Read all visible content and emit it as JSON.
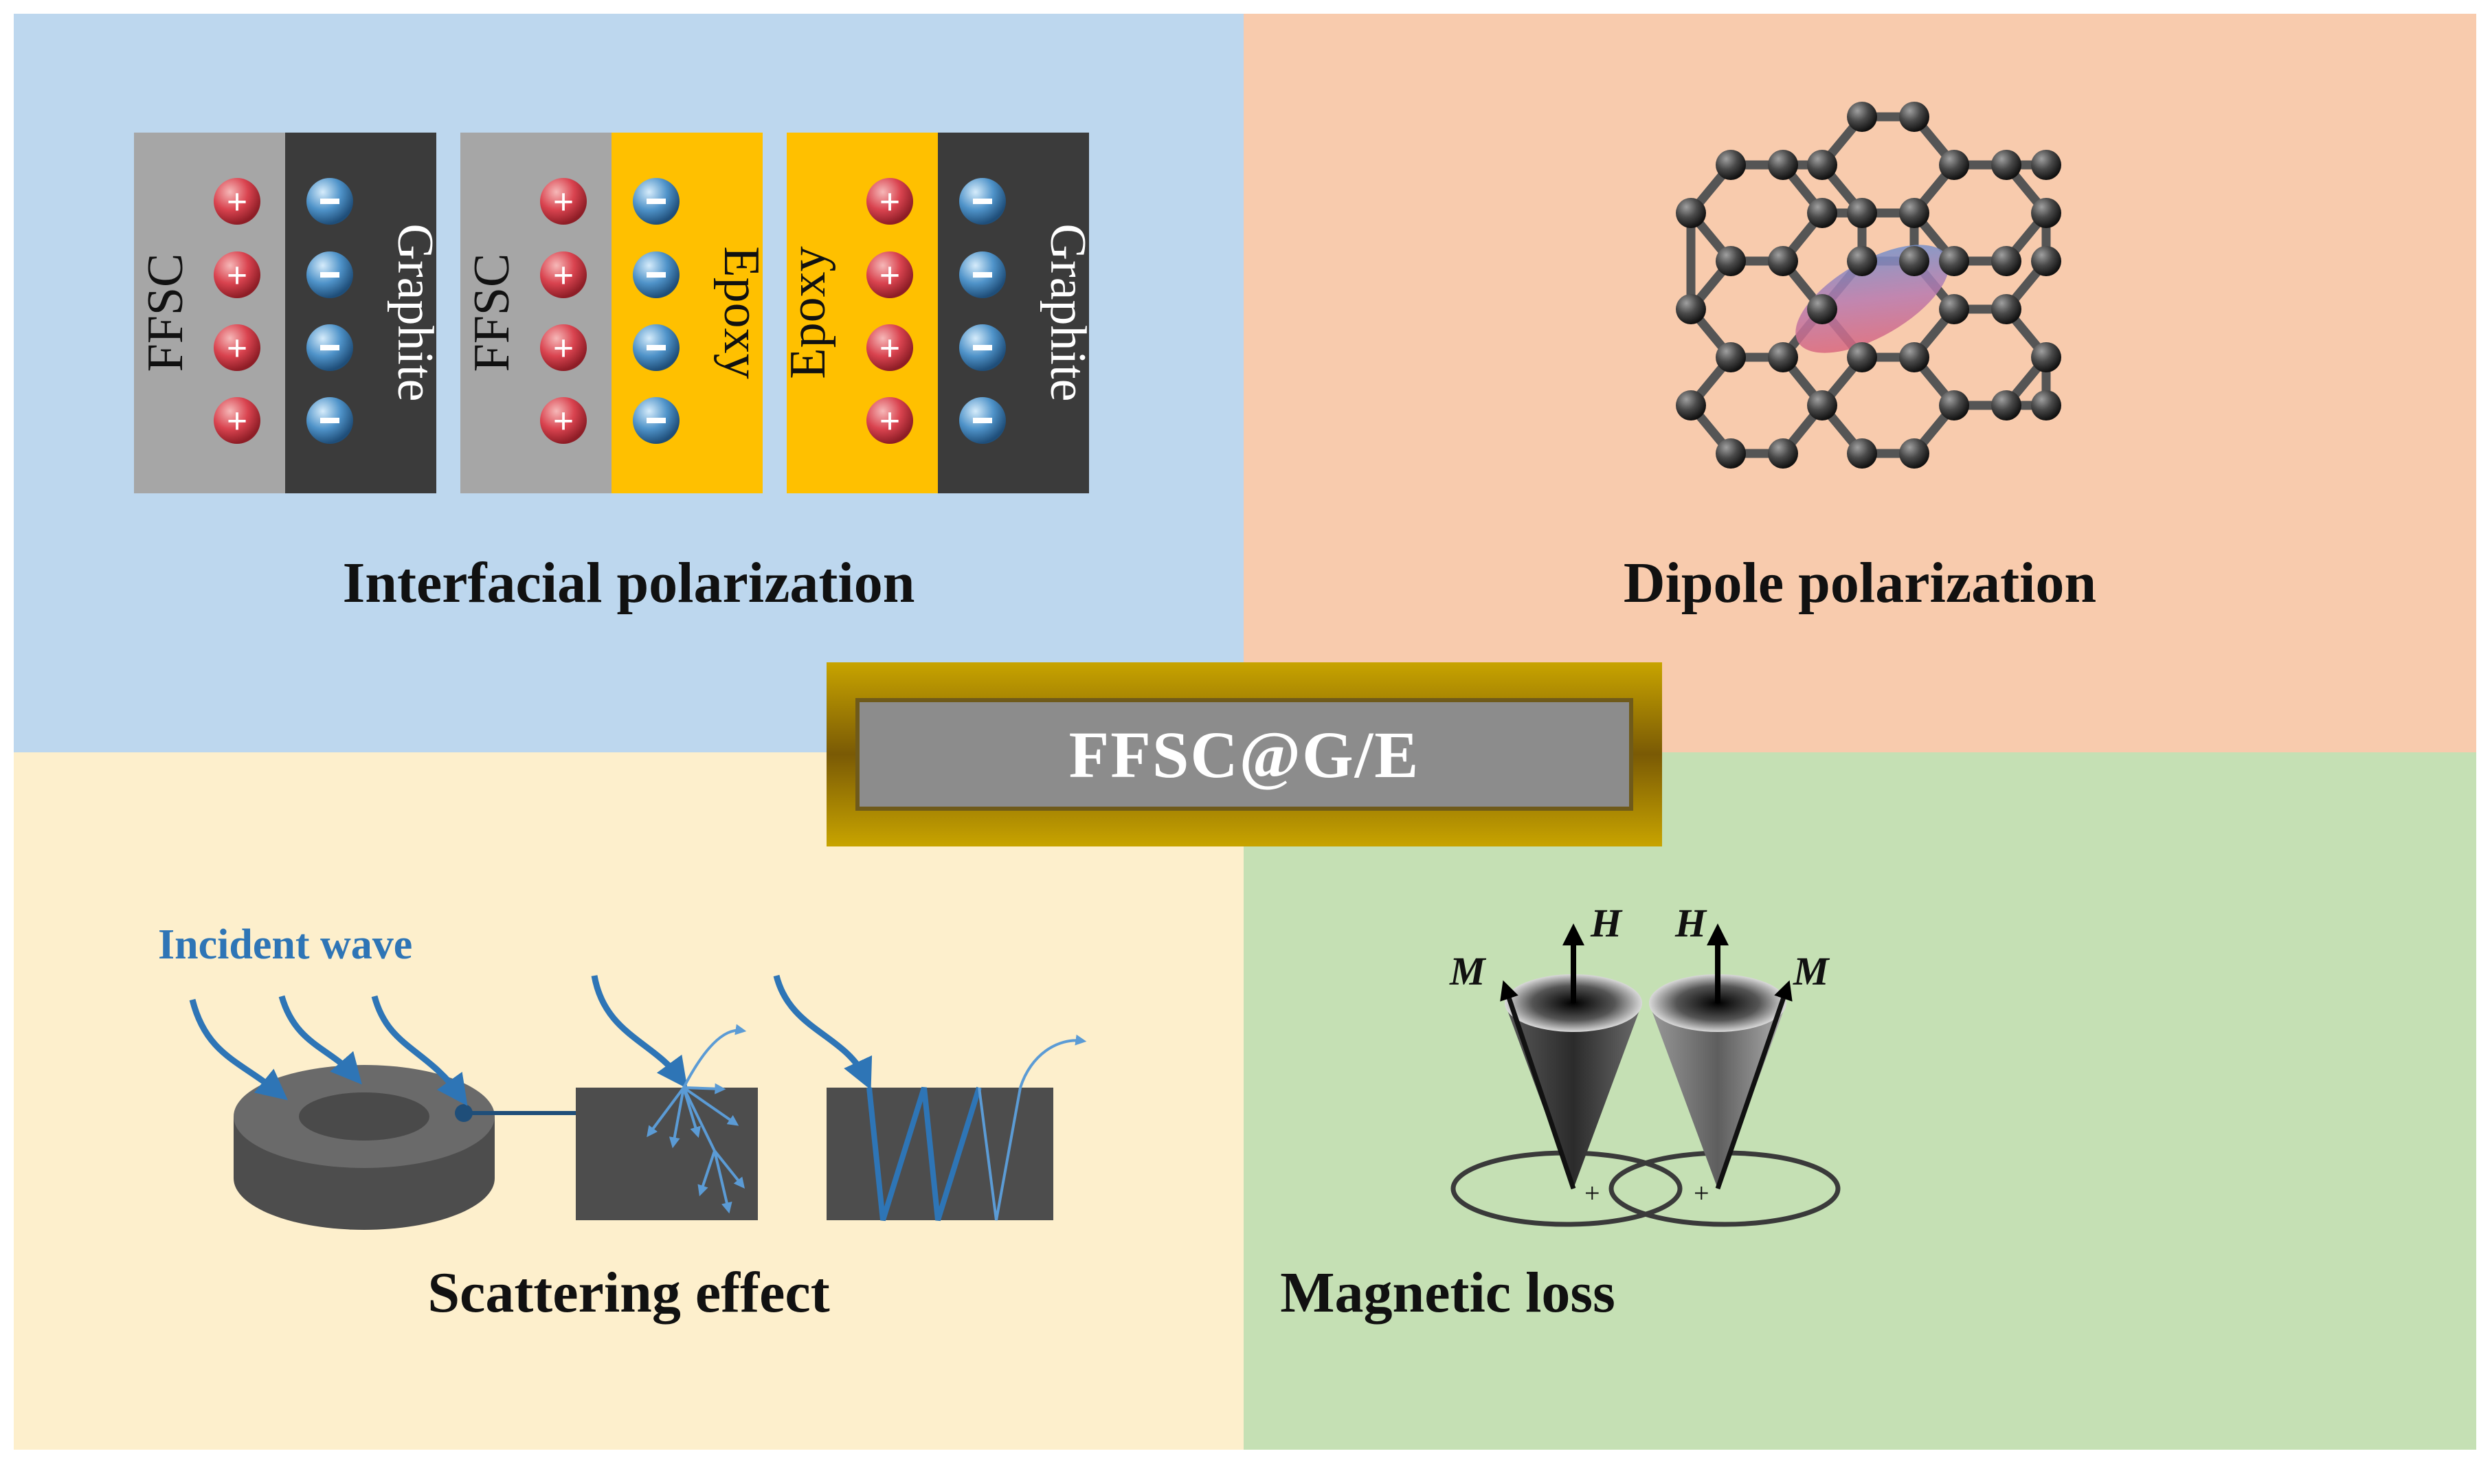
{
  "center": {
    "title": "FFSC@G/E"
  },
  "interfacial": {
    "caption": "Interfacial polarization",
    "panels": [
      {
        "left_label": "FFSC",
        "right_label": "Graphite"
      },
      {
        "left_label": "FFSC",
        "right_label": "Epoxy"
      },
      {
        "left_label": "Epoxy",
        "right_label": "Graphite"
      }
    ],
    "colors": {
      "ffsc": "#a6a6a6",
      "graphite": "#3b3b3b",
      "epoxy": "#ffc000",
      "positive": "#d9434f",
      "negative": "#4f93c9"
    }
  },
  "dipole": {
    "caption": "Dipole polarization"
  },
  "scattering": {
    "caption": "Scattering effect",
    "incident_label": "Incident wave",
    "wave_color": "#2e75b6"
  },
  "magnetic": {
    "caption": "Magnetic loss",
    "labels": {
      "field": "H",
      "moment": "M",
      "plus": "+"
    }
  }
}
